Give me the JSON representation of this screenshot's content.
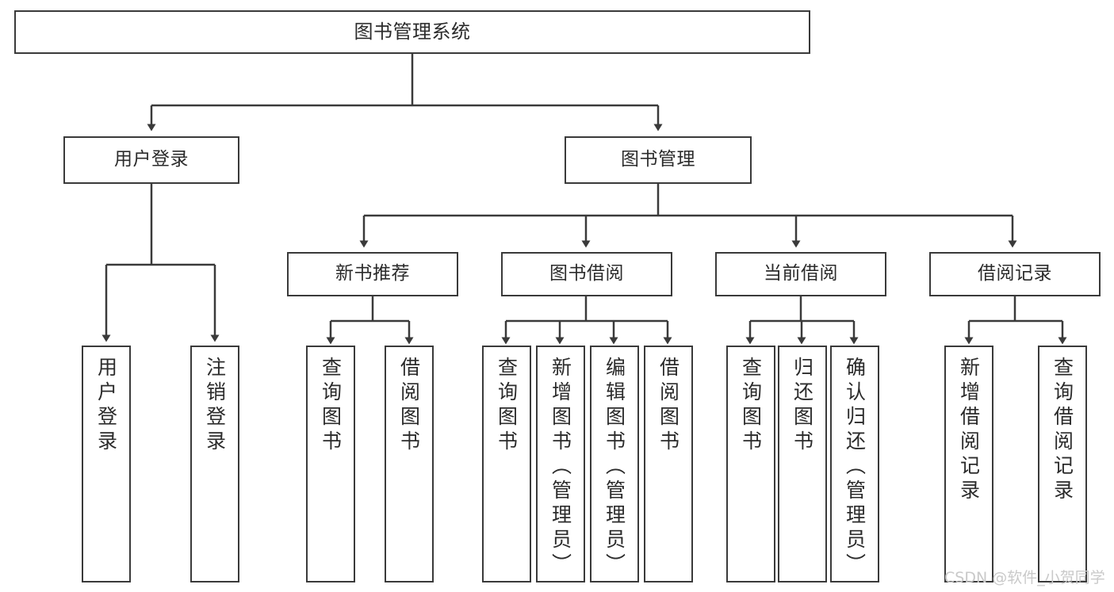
{
  "diagram": {
    "title": "图书管理系统",
    "watermark": "CSDN @软件_小贺同学",
    "colors": {
      "box_border": "#3a3a3a",
      "box_fill": "#ffffff",
      "edge": "#3a3a3a",
      "text": "#2b2b2b",
      "watermark": "#c9c9c9",
      "background": "#ffffff"
    },
    "levels": {
      "root": "图书管理系统",
      "level2": [
        "用户登录",
        "图书管理"
      ],
      "level3": [
        "新书推荐",
        "图书借阅",
        "当前借阅",
        "借阅记录"
      ]
    },
    "nodes": {
      "root": {
        "label": "图书管理系统"
      },
      "user_login": {
        "label": "用户登录"
      },
      "book_manage": {
        "label": "图书管理"
      },
      "new_book_rec": {
        "label": "新书推荐"
      },
      "book_borrow": {
        "label": "图书借阅"
      },
      "current_borrow": {
        "label": "当前借阅"
      },
      "borrow_record": {
        "label": "借阅记录"
      },
      "leaf_user_login": {
        "label": "用户登录"
      },
      "leaf_logout": {
        "label": "注销登录"
      },
      "leaf_query_book_1": {
        "label": "查询图书"
      },
      "leaf_borrow_book_1": {
        "label": "借阅图书"
      },
      "leaf_query_book_2": {
        "label": "查询图书"
      },
      "leaf_add_book": {
        "label": "新增图书（管理员）"
      },
      "leaf_edit_book": {
        "label": "编辑图书（管理员）"
      },
      "leaf_borrow_book_2": {
        "label": "借阅图书"
      },
      "leaf_query_book_3": {
        "label": "查询图书"
      },
      "leaf_return_book": {
        "label": "归还图书"
      },
      "leaf_confirm_return": {
        "label": "确认归还（管理员）"
      },
      "leaf_add_record": {
        "label": "新增借阅记录"
      },
      "leaf_query_record": {
        "label": "查询借阅记录"
      }
    },
    "tree": [
      {
        "label": "图书管理系统",
        "children": [
          {
            "label": "用户登录",
            "children": [
              {
                "label": "用户登录"
              },
              {
                "label": "注销登录"
              }
            ]
          },
          {
            "label": "图书管理",
            "children": [
              {
                "label": "新书推荐",
                "children": [
                  {
                    "label": "查询图书"
                  },
                  {
                    "label": "借阅图书"
                  }
                ]
              },
              {
                "label": "图书借阅",
                "children": [
                  {
                    "label": "查询图书"
                  },
                  {
                    "label": "新增图书（管理员）"
                  },
                  {
                    "label": "编辑图书（管理员）"
                  },
                  {
                    "label": "借阅图书"
                  }
                ]
              },
              {
                "label": "当前借阅",
                "children": [
                  {
                    "label": "查询图书"
                  },
                  {
                    "label": "归还图书"
                  },
                  {
                    "label": "确认归还（管理员）"
                  }
                ]
              },
              {
                "label": "借阅记录",
                "children": [
                  {
                    "label": "新增借阅记录"
                  },
                  {
                    "label": "查询借阅记录"
                  }
                ]
              }
            ]
          }
        ]
      }
    ]
  }
}
